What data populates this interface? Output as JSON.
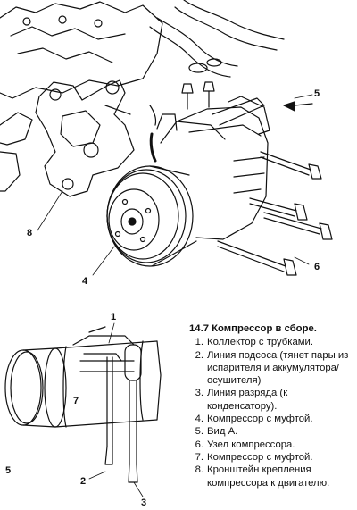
{
  "figure": {
    "top_view": {
      "callouts": [
        {
          "id": "5",
          "text": "5"
        },
        {
          "id": "6",
          "text": "6"
        },
        {
          "id": "4",
          "text": "4"
        },
        {
          "id": "8",
          "text": "8"
        }
      ]
    },
    "side_view": {
      "callouts": [
        {
          "id": "1",
          "text": "1"
        },
        {
          "id": "7",
          "text": "7"
        },
        {
          "id": "5",
          "text": "5"
        },
        {
          "id": "2",
          "text": "2"
        },
        {
          "id": "3",
          "text": "3"
        }
      ]
    }
  },
  "caption": {
    "title": "14.7 Компрессор в сборе.",
    "items": [
      {
        "num": "1.",
        "text": "Коллектор с трубками."
      },
      {
        "num": "2.",
        "text": "Линия подсоса (тянет пары из испарителя и аккумулятора/осушителя)"
      },
      {
        "num": "3.",
        "text": "Линия разряда (к конденсатору)."
      },
      {
        "num": "4.",
        "text": "Компрессор с муфтой."
      },
      {
        "num": "5.",
        "text": "Вид А."
      },
      {
        "num": "6.",
        "text": "Узел компрессора."
      },
      {
        "num": "7.",
        "text": "Компрессор с муфтой."
      },
      {
        "num": "8.",
        "text": "Кронштейн крепления компрессора к двигателю."
      }
    ]
  }
}
